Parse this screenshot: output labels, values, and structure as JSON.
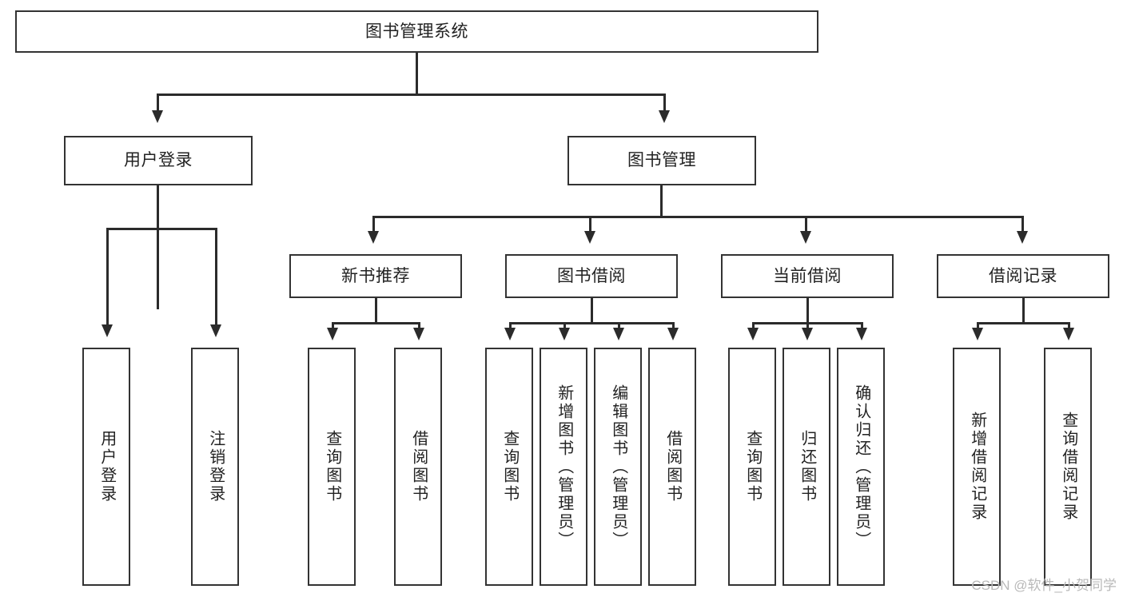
{
  "diagram": {
    "type": "tree",
    "title": "图书管理系统",
    "root": {
      "label": "图书管理系统"
    },
    "level2": [
      {
        "label": "用户登录"
      },
      {
        "label": "图书管理"
      }
    ],
    "level3": [
      {
        "label": "新书推荐"
      },
      {
        "label": "图书借阅"
      },
      {
        "label": "当前借阅"
      },
      {
        "label": "借阅记录"
      }
    ],
    "leaves": {
      "user_login": [
        {
          "label": "用户登录"
        },
        {
          "label": "注销登录"
        }
      ],
      "new_book_recommend": [
        {
          "label": "查询图书"
        },
        {
          "label": "借阅图书"
        }
      ],
      "book_borrow": [
        {
          "label": "查询图书"
        },
        {
          "label": "新增图书（管理员）"
        },
        {
          "label": "编辑图书（管理员）"
        },
        {
          "label": "借阅图书"
        }
      ],
      "current_borrow": [
        {
          "label": "查询图书"
        },
        {
          "label": "归还图书"
        },
        {
          "label": "确认归还（管理员）"
        }
      ],
      "borrow_record": [
        {
          "label": "新增借阅记录"
        },
        {
          "label": "查询借阅记录"
        }
      ]
    }
  },
  "watermark": {
    "text": "CSDN @软件_小贺同学"
  },
  "colors": {
    "box_border": "#333333",
    "line": "#2b2b2b",
    "text": "#222222",
    "background": "#ffffff",
    "watermark": "#b9b9b9"
  }
}
